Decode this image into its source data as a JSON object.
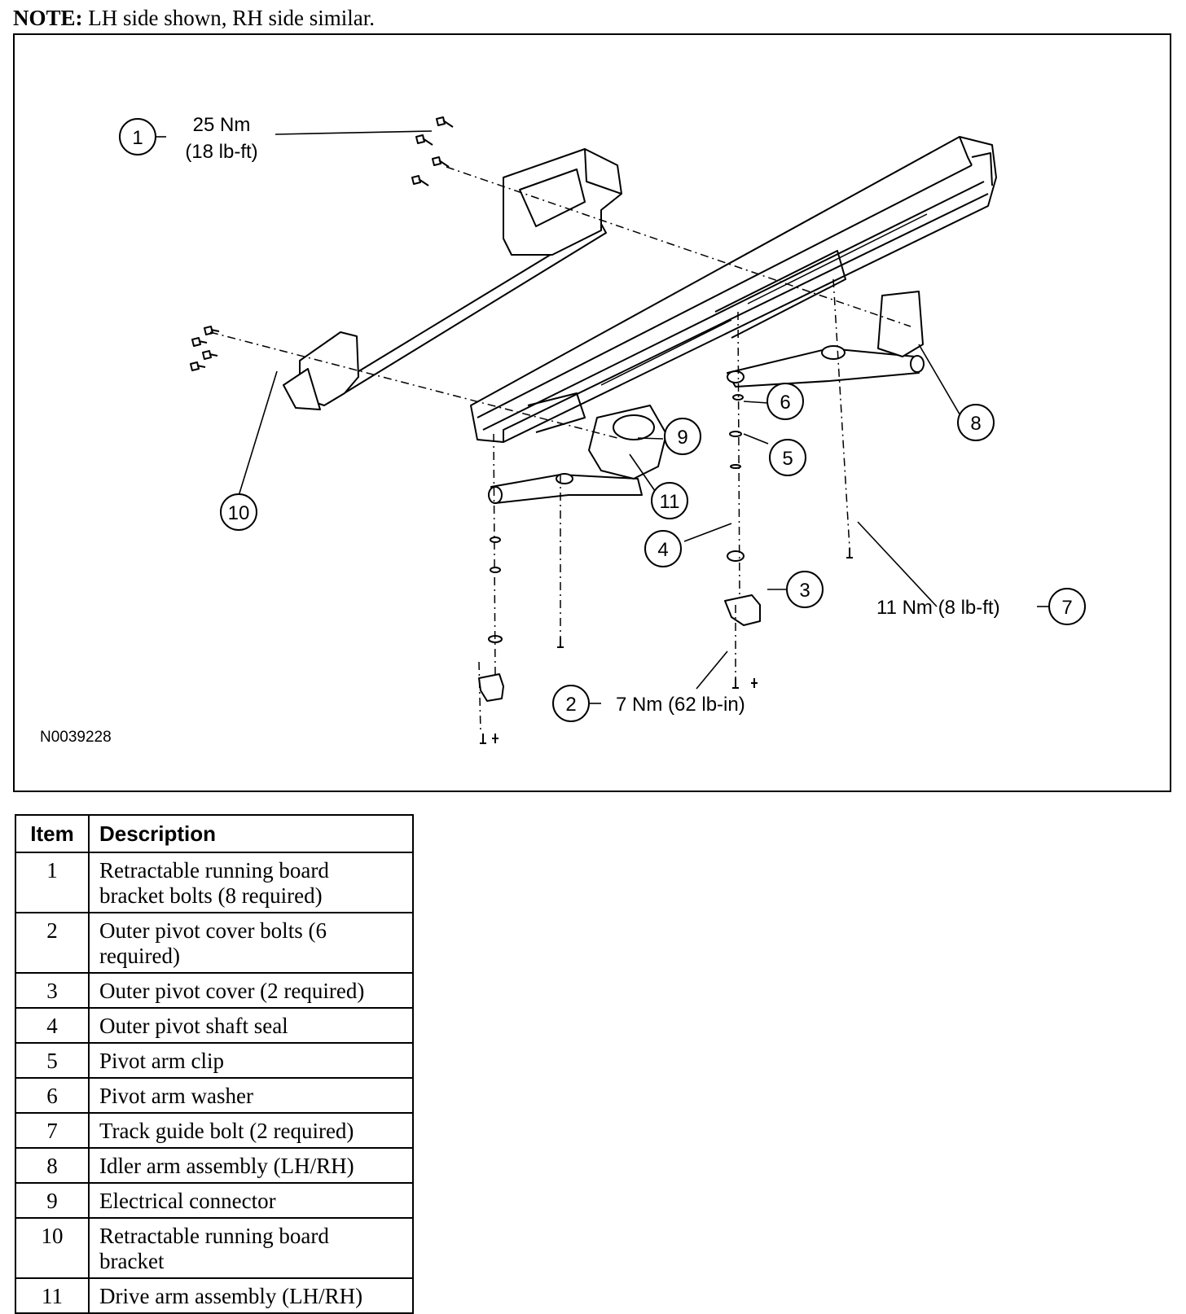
{
  "note": {
    "label": "NOTE:",
    "text": "LH side shown, RH side similar."
  },
  "figure": {
    "code": "N0039228",
    "callouts": [
      {
        "num": "1",
        "torque_line1": "25 Nm",
        "torque_line2": "(18 lb-ft)"
      },
      {
        "num": "2",
        "torque": "7 Nm (62 lb-in)"
      },
      {
        "num": "3"
      },
      {
        "num": "4"
      },
      {
        "num": "5"
      },
      {
        "num": "6"
      },
      {
        "num": "7",
        "torque": "11 Nm (8 lb-ft)"
      },
      {
        "num": "8"
      },
      {
        "num": "9"
      },
      {
        "num": "10"
      },
      {
        "num": "11"
      }
    ]
  },
  "table": {
    "headers": {
      "item": "Item",
      "description": "Description"
    },
    "rows": [
      {
        "item": "1",
        "desc_line1": "Retractable running board",
        "desc_line2": "bracket bolts (8 required)"
      },
      {
        "item": "2",
        "desc_line1": "Outer pivot cover bolts (6",
        "desc_line2": "required)"
      },
      {
        "item": "3",
        "desc_line1": "Outer pivot cover (2 required)"
      },
      {
        "item": "4",
        "desc_line1": "Outer pivot shaft seal"
      },
      {
        "item": "5",
        "desc_line1": "Pivot arm clip"
      },
      {
        "item": "6",
        "desc_line1": "Pivot arm washer"
      },
      {
        "item": "7",
        "desc_line1": "Track guide bolt (2 required)"
      },
      {
        "item": "8",
        "desc_line1": "Idler arm assembly (LH/RH)"
      },
      {
        "item": "9",
        "desc_line1": "Electrical connector"
      },
      {
        "item": "10",
        "desc_line1": "Retractable running board",
        "desc_line2": "bracket"
      },
      {
        "item": "11",
        "desc_line1": "Drive arm assembly (LH/RH)"
      }
    ]
  }
}
